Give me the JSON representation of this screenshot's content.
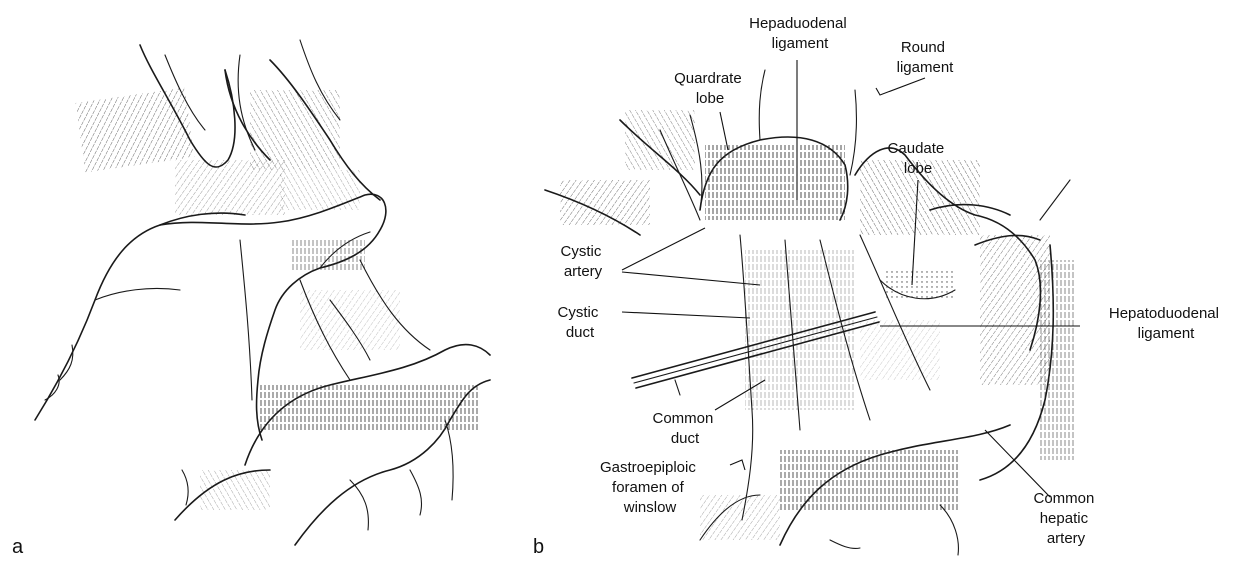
{
  "panels": {
    "a": "a",
    "b": "b"
  },
  "labels": {
    "hepaduodenal_ligament": [
      "Hepaduodenal",
      "ligament"
    ],
    "round_ligament": [
      "Round",
      "ligament"
    ],
    "quardrate_lobe": [
      "Quardrate",
      "lobe"
    ],
    "caudate_lobe": [
      "Caudate",
      "lobe"
    ],
    "cystic_artery": [
      "Cystic",
      "artery"
    ],
    "cystic_duct": [
      "Cystic",
      "duct"
    ],
    "hepatoduodenal_ligament": [
      "Hepatoduodenal",
      "ligament"
    ],
    "common_duct": [
      "Common",
      "duct"
    ],
    "gastroepiploic_foramen": [
      "Gastroepiploic",
      "foramen of",
      "winslow"
    ],
    "common_hepatic_artery": [
      "Common",
      "hepatic",
      "artery"
    ]
  }
}
